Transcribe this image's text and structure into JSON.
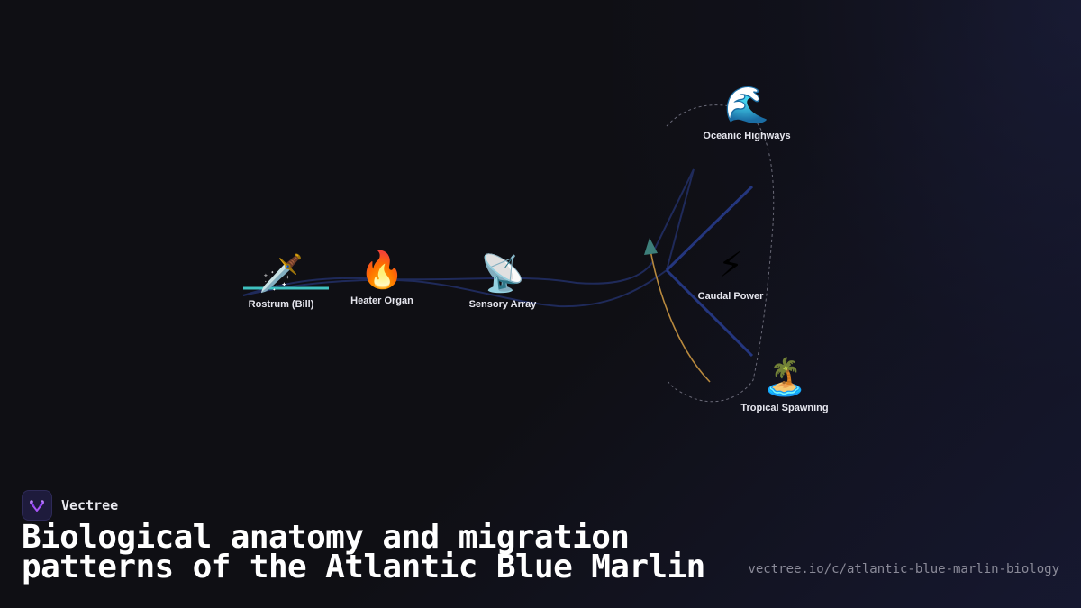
{
  "brand": {
    "name": "Vectree",
    "logo_icon": "vectree-logo-icon",
    "accent": "#a855f7"
  },
  "title": "Biological anatomy and migration patterns of the Atlantic Blue Marlin",
  "url": "vectree.io/c/atlantic-blue-marlin-biology",
  "nodes": {
    "rostrum": {
      "label": "Rostrum (Bill)",
      "icon": "dagger-icon",
      "glyph": "🗡️"
    },
    "heater": {
      "label": "Heater Organ",
      "icon": "fire-icon",
      "glyph": "🔥"
    },
    "sensory": {
      "label": "Sensory Array",
      "icon": "satellite-dish-icon",
      "glyph": "📡"
    },
    "caudal": {
      "label": "Caudal Power",
      "icon": "lightning-icon",
      "glyph": "⚡"
    },
    "oceanic": {
      "label": "Oceanic Highways",
      "icon": "wave-icon",
      "glyph": "🌊"
    },
    "tropical": {
      "label": "Tropical Spawning",
      "icon": "island-icon",
      "glyph": "🏝️"
    }
  },
  "colors": {
    "background": "#0f0f14",
    "body_line": "#1f2a5a",
    "tail_line": "#24367e",
    "bill_accent": "#3fc1c0",
    "migration_arrow": "#b8893e",
    "arrow_head": "#3d7f7a",
    "dashed_route": "#6a6a78"
  }
}
